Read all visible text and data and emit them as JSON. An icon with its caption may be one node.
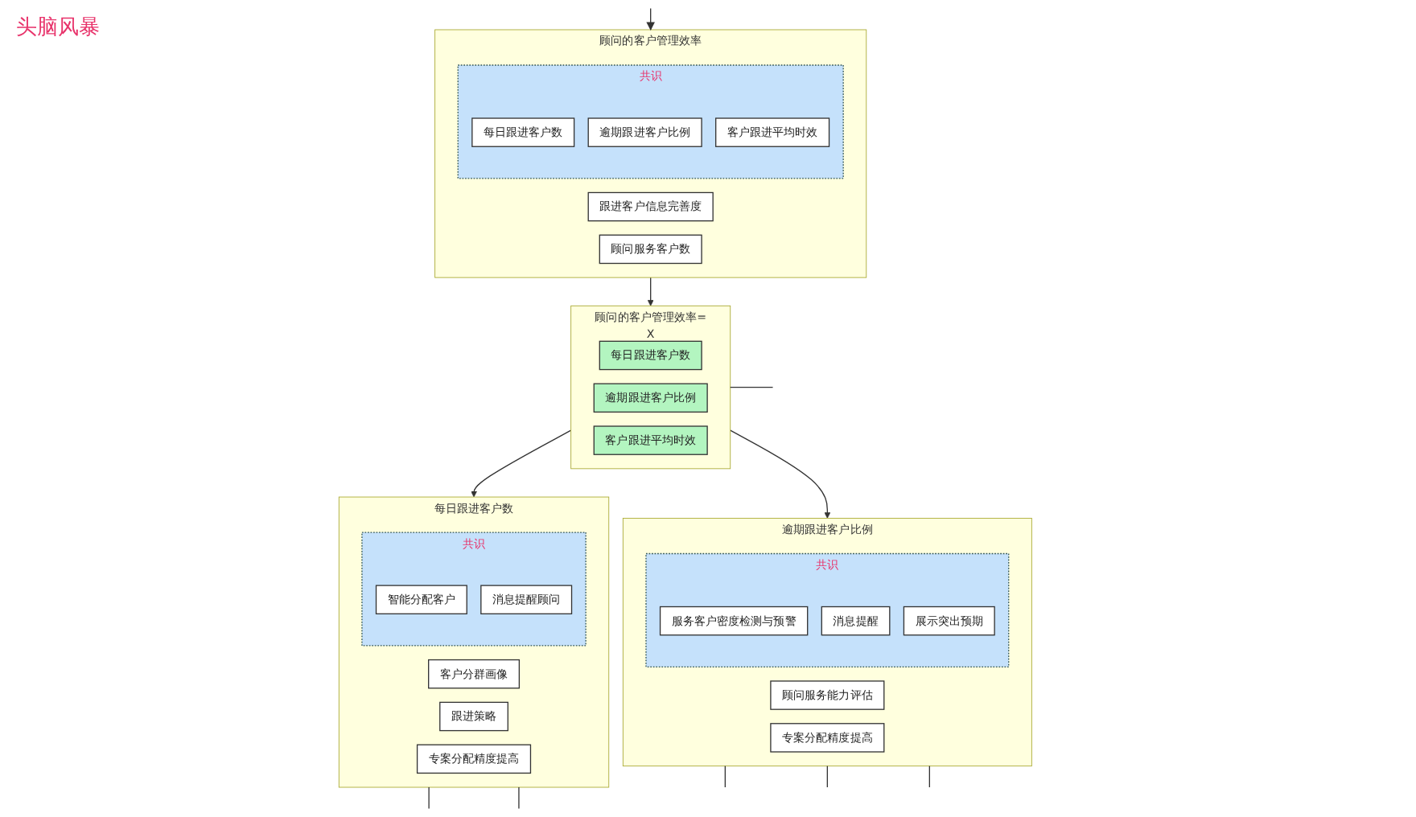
{
  "diagram": {
    "nodes": [
      {
        "text": [
          "顾问的客户管理效率"
        ]
      },
      {
        "text": [
          "跟进客户信息完善度"
        ],
        "in": 0
      },
      {
        "text": [
          "顾问服务客户数"
        ],
        "in": 0
      },
      {
        "text": [
          "共识"
        ],
        "in": 0
      },
      {
        "text": [
          "每日跟进客户数"
        ],
        "in": 3
      },
      {
        "text": [
          "逾期跟进客户比例"
        ],
        "in": 3
      },
      {
        "text": [
          "客户跟进平均时效"
        ],
        "in": 3
      },
      {
        "text": [
          "顾问的客户管理效率=",
          "X"
        ]
      },
      {
        "text": [
          "每日跟进客户数"
        ],
        "in": 7
      },
      {
        "text": [
          "逾期跟进客户比例"
        ],
        "in": 7
      },
      {
        "text": [
          "客户跟进平均时效"
        ],
        "in": 7
      },
      {
        "text": [
          "每日跟进客户数"
        ]
      },
      {
        "text": [
          "客户分群画像"
        ],
        "in": 11
      },
      {
        "text": [
          "跟进策略"
        ],
        "in": 11
      },
      {
        "text": [
          "专案分配精度提高"
        ],
        "in": 11
      },
      {
        "text": [
          "共识"
        ],
        "in": 11
      },
      {
        "text": [
          "智能分配客户"
        ],
        "in": 15
      },
      {
        "text": [
          "消息提醒顾问"
        ],
        "in": 15
      },
      {
        "text": [
          "逾期跟进客户比例"
        ]
      },
      {
        "text": [
          "顾问服务能力评估"
        ],
        "in": 18
      },
      {
        "text": [
          "专案分配精度提高"
        ],
        "in": 18
      },
      {
        "text": [
          "共识"
        ],
        "in": 18
      },
      {
        "text": [
          "服务客户密度检测与预警"
        ],
        "in": 21
      },
      {
        "text": [
          "消息提醒"
        ],
        "in": 21
      },
      {
        "text": [
          "展示突出预期"
        ],
        "in": 21
      }
    ],
    "edges": [
      {
        "from": null,
        "to": 0,
        "arrow": "to"
      },
      {
        "from": 0,
        "to": 7,
        "arrow": "to"
      },
      {
        "from": 7,
        "to": 11,
        "arrow": "to"
      },
      {
        "from": 7,
        "to": 18,
        "arrow": "to"
      },
      {
        "from": 7,
        "to": null,
        "arrow": "none"
      },
      {
        "from": 11,
        "to": null,
        "arrow": "none"
      },
      {
        "from": 11,
        "to": null,
        "arrow": "none"
      },
      {
        "from": 18,
        "to": null,
        "arrow": "none"
      },
      {
        "from": 18,
        "to": null,
        "arrow": "none"
      },
      {
        "from": 18,
        "to": null,
        "arrow": "none"
      }
    ],
    "labels": [
      "头脑风暴"
    ]
  }
}
